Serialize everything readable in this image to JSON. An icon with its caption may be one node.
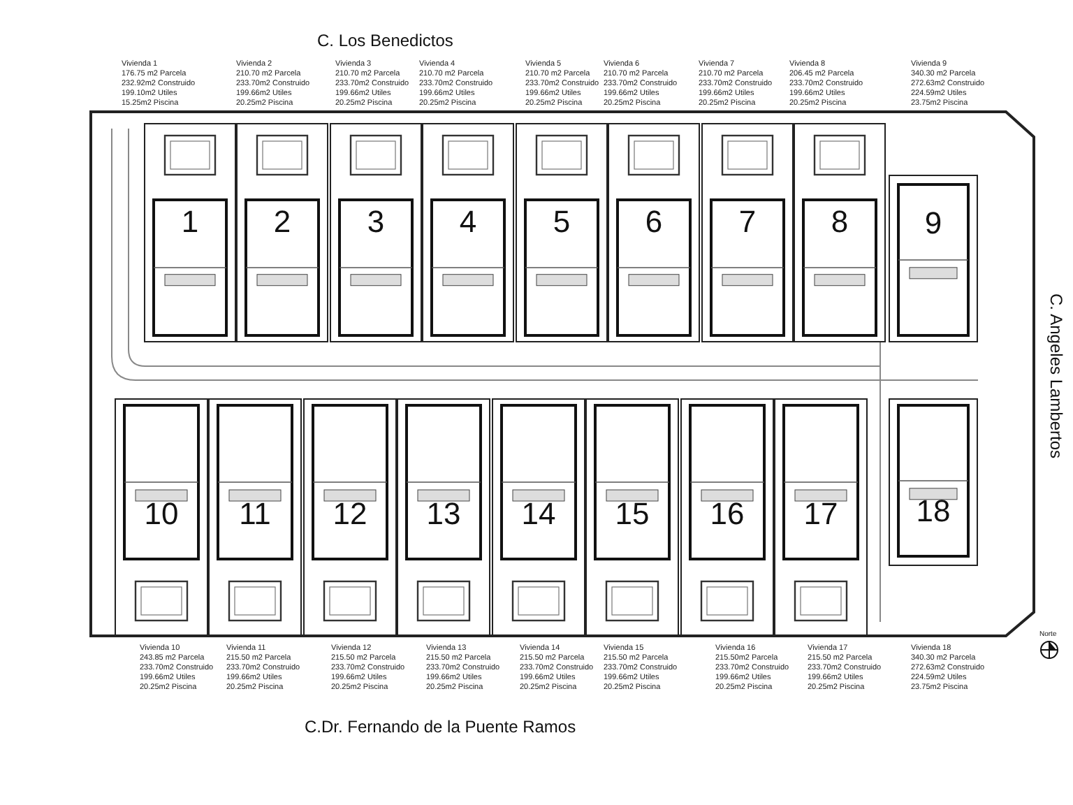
{
  "diagram": {
    "nodes": [
      {
        "text": [
          "1"
        ],
        "beside": [
          "Vivienda 1",
          "176.75 m2 Parcela",
          "232.92m2 Construido",
          "199.10m2 Utiles",
          "15.25m2 Piscina"
        ]
      },
      {
        "text": [
          "2"
        ],
        "beside": [
          "Vivienda 2",
          "210.70 m2 Parcela",
          "233.70m2 Construido",
          "199.66m2 Utiles",
          "20.25m2 Piscina"
        ]
      },
      {
        "text": [
          "3"
        ],
        "beside": [
          "Vivienda 3",
          "210.70 m2 Parcela",
          "233.70m2 Construido",
          "199.66m2 Utiles",
          "20.25m2 Piscina"
        ]
      },
      {
        "text": [
          "4"
        ],
        "beside": [
          "Vivienda 4",
          "210.70 m2 Parcela",
          "233.70m2 Construido",
          "199.66m2 Utiles",
          "20.25m2 Piscina"
        ]
      },
      {
        "text": [
          "5"
        ],
        "beside": [
          "Vivienda 5",
          "210.70 m2 Parcela",
          "233.70m2 Construido",
          "199.66m2 Utiles",
          "20.25m2 Piscina"
        ]
      },
      {
        "text": [
          "6"
        ],
        "beside": [
          "Vivienda 6",
          "210.70 m2 Parcela",
          "233.70m2 Construido",
          "199.66m2 Utiles",
          "20.25m2 Piscina"
        ]
      },
      {
        "text": [
          "7"
        ],
        "beside": [
          "Vivienda 7",
          "210.70 m2 Parcela",
          "233.70m2 Construido",
          "199.66m2 Utiles",
          "20.25m2 Piscina"
        ]
      },
      {
        "text": [
          "8"
        ],
        "beside": [
          "Vivienda 8",
          "206.45 m2 Parcela",
          "233.70m2 Construido",
          "199.66m2 Utiles",
          "20.25m2 Piscina"
        ]
      },
      {
        "text": [
          "9"
        ],
        "beside": [
          "Vivienda 9",
          "340.30 m2 Parcela",
          "272.63m2 Construido",
          "224.59m2 Utiles",
          "23.75m2 Piscina"
        ]
      },
      {
        "text": [
          "10"
        ],
        "beside": [
          "Vivienda 10",
          "243.85 m2 Parcela",
          "233.70m2 Construido",
          "199.66m2 Utiles",
          "20.25m2 Piscina"
        ]
      },
      {
        "text": [
          "11"
        ],
        "beside": [
          "Vivienda 11",
          "215.50 m2 Parcela",
          "233.70m2 Construido",
          "199.66m2 Utiles",
          "20.25m2 Piscina"
        ]
      },
      {
        "text": [
          "12"
        ],
        "beside": [
          "Vivienda 12",
          "215.50 m2 Parcela",
          "233.70m2 Construido",
          "199.66m2 Utiles",
          "20.25m2 Piscina"
        ]
      },
      {
        "text": [
          "13"
        ],
        "beside": [
          "Vivienda 13",
          "215.50 m2 Parcela",
          "233.70m2 Construido",
          "199.66m2 Utiles",
          "20.25m2 Piscina"
        ]
      },
      {
        "text": [
          "14"
        ],
        "beside": [
          "Vivienda 14",
          "215.50 m2 Parcela",
          "233.70m2 Construido",
          "199.66m2 Utiles",
          "20.25m2 Piscina"
        ]
      },
      {
        "text": [
          "15"
        ],
        "beside": [
          "Vivienda 15",
          "215.50 m2 Parcela",
          "233.70m2 Construido",
          "199.66m2 Utiles",
          "20.25m2 Piscina"
        ]
      },
      {
        "text": [
          "16"
        ],
        "beside": [
          "Vivienda 16",
          "215.50m2 Parcela",
          "233.70m2 Construido",
          "199.66m2 Utiles",
          "20.25m2 Piscina"
        ]
      },
      {
        "text": [
          "17"
        ],
        "beside": [
          "Vivienda 17",
          "215.50 m2 Parcela",
          "233.70m2 Construido",
          "199.66m2 Utiles",
          "20.25m2 Piscina"
        ]
      },
      {
        "text": [
          "18"
        ],
        "beside": [
          "Vivienda 18",
          "340.30 m2 Parcela",
          "272.63m2 Construido",
          "224.59m2 Utiles",
          "23.75m2 Piscina"
        ]
      }
    ],
    "labels": [
      "C. Los Benedictos",
      "C. Angeles Lambertos",
      "C.Dr. Fernando de la Puente Ramos",
      "Norte"
    ]
  }
}
